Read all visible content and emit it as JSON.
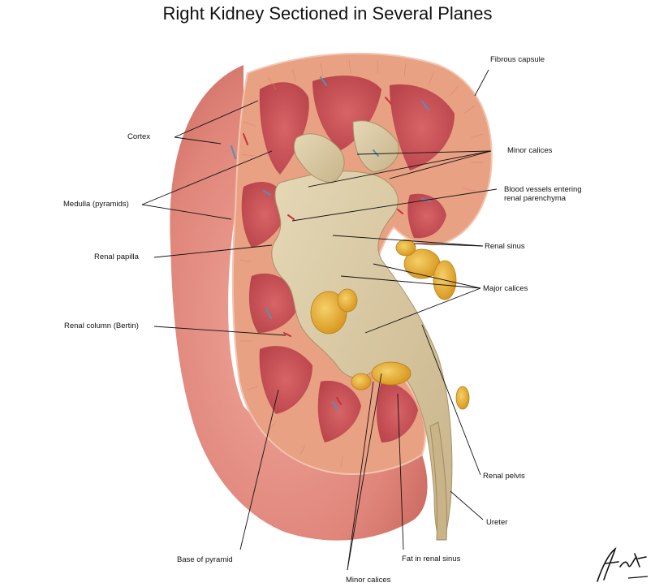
{
  "title": "Right Kidney Sectioned in Several Planes",
  "labels": {
    "fibrous_capsule": "Fibrous capsule",
    "cortex": "Cortex",
    "minor_calices_top": "Minor calices",
    "blood_vessels_line1": "Blood vessels entering",
    "blood_vessels_line2": "renal parenchyma",
    "medulla": "Medulla (pyramids)",
    "renal_sinus": "Renal sinus",
    "renal_papilla": "Renal papilla",
    "major_calices": "Major calices",
    "renal_column": "Renal column (Bertin)",
    "renal_pelvis": "Renal pelvis",
    "ureter": "Ureter",
    "base_of_pyramid": "Base of pyramid",
    "fat_in_renal_sinus": "Fat in renal sinus",
    "minor_calices_bottom": "Minor calices"
  },
  "colors": {
    "outer_surface": "#e8938a",
    "cortex": "#e9a184",
    "medulla": "#c9555a",
    "sinus": "#d8c7a1",
    "fat": "#e6b43a",
    "leader": "#111111"
  }
}
